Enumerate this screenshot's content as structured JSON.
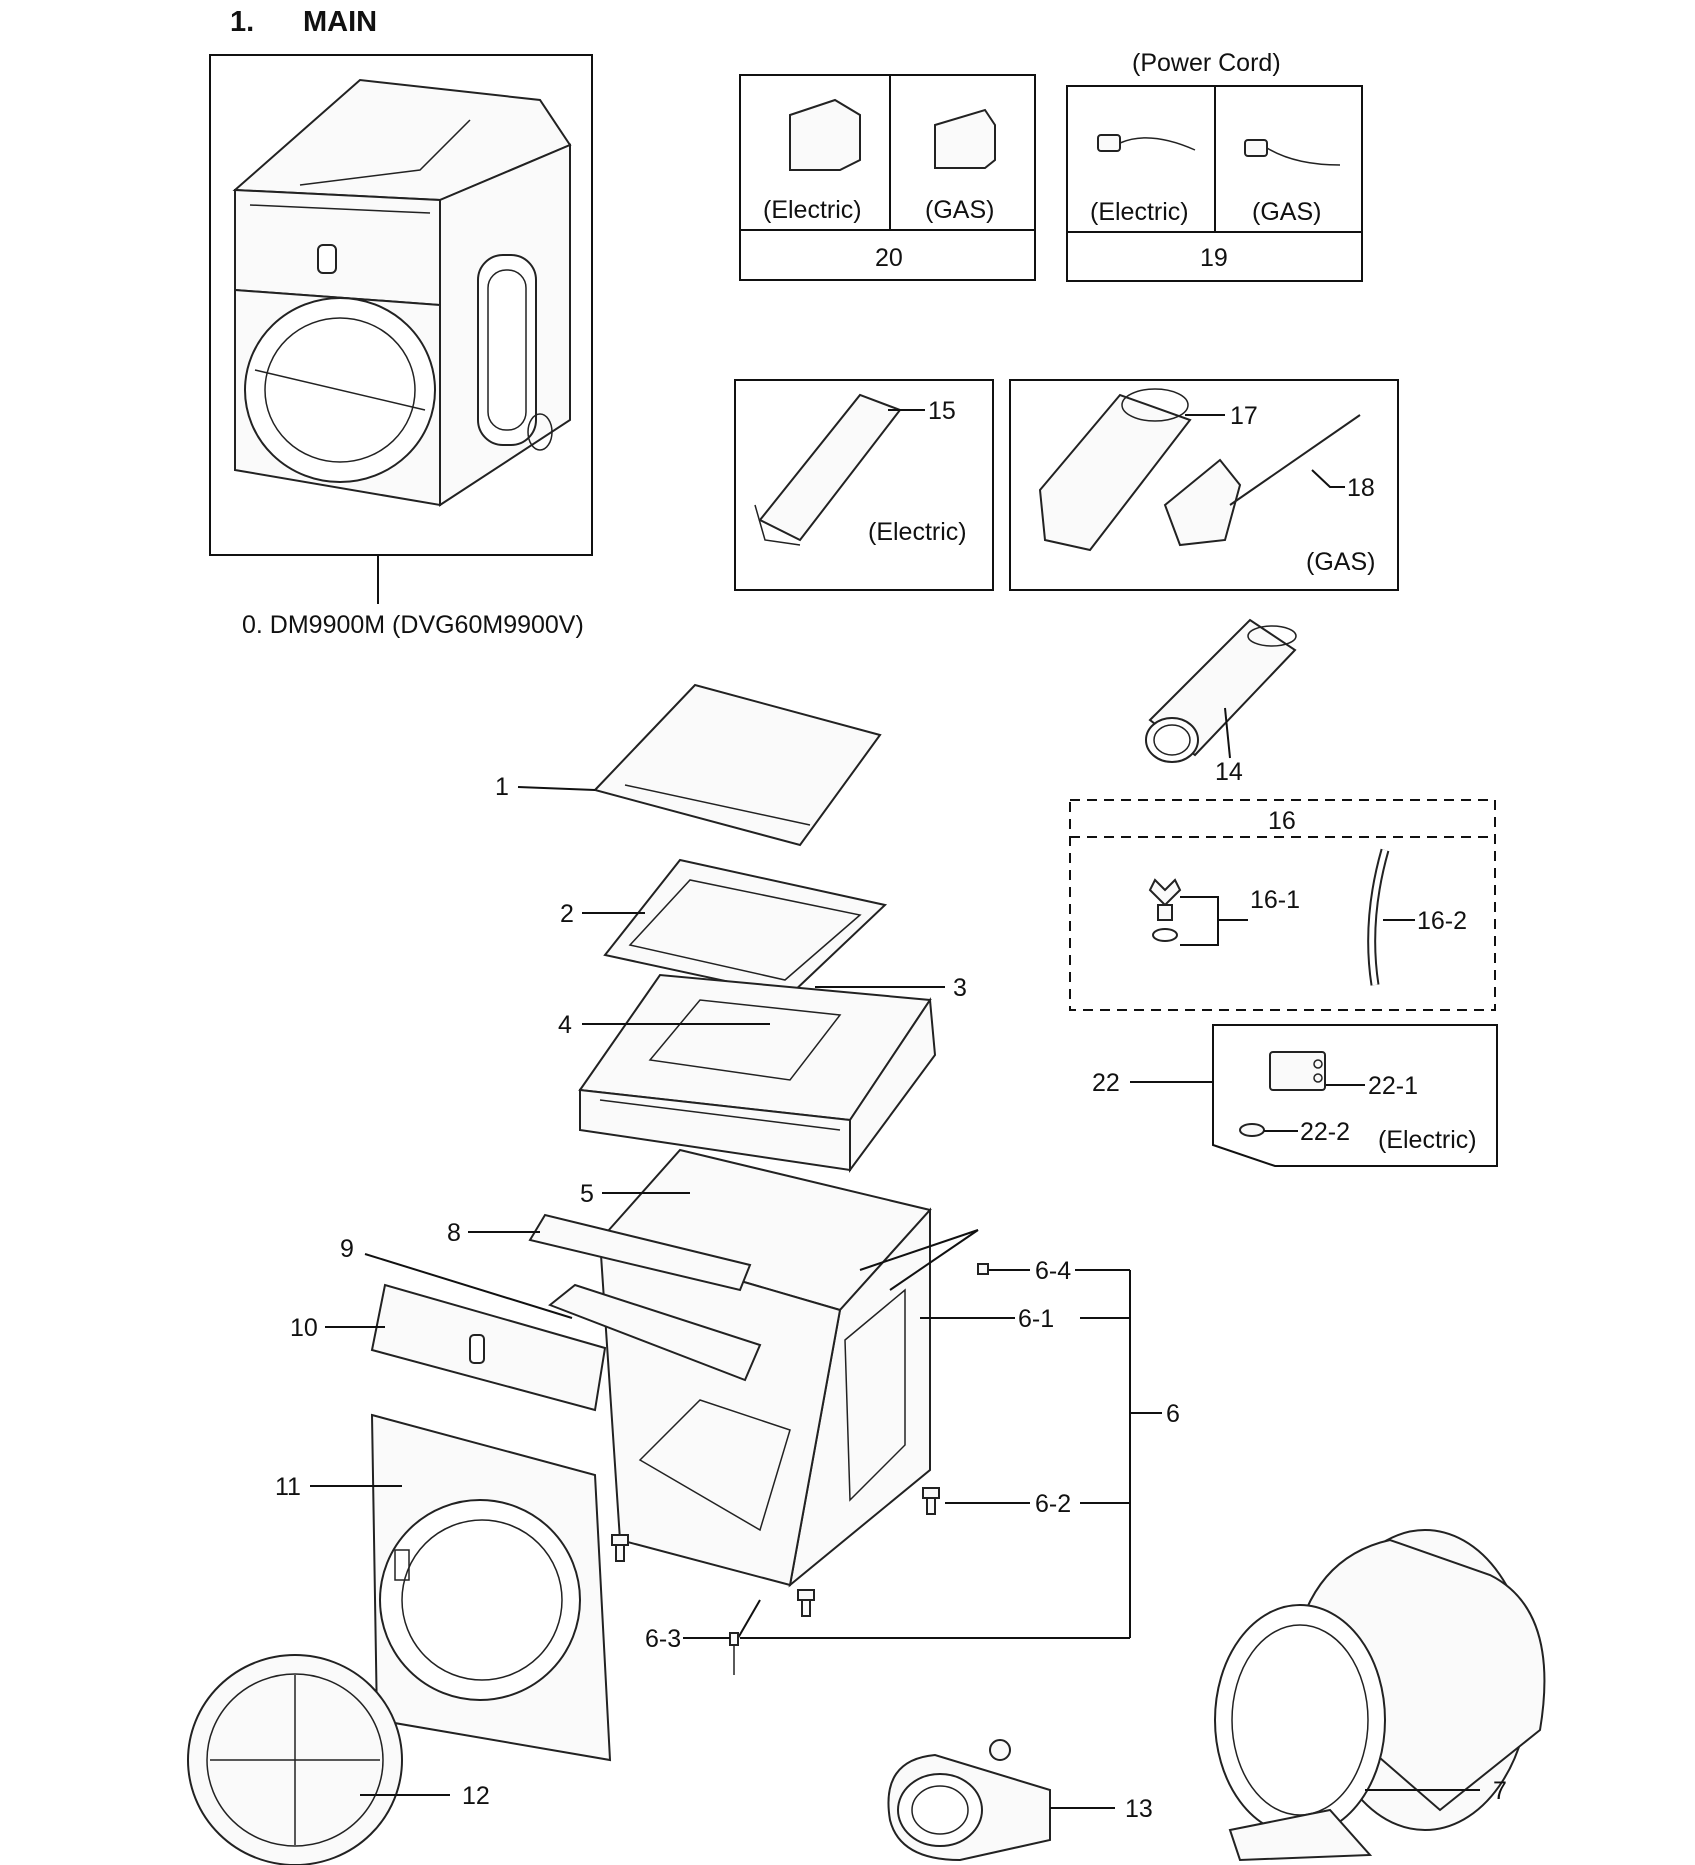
{
  "section": {
    "number": "1.",
    "title": "MAIN"
  },
  "assembly_label": "0. DM9900M (DVG60M9900V)",
  "boxes": {
    "bracket": {
      "left": "(Electric)",
      "right": "(GAS)",
      "ref": "20"
    },
    "power_cord": {
      "title": "(Power Cord)",
      "left": "(Electric)",
      "right": "(GAS)",
      "ref": "19"
    },
    "heater": {
      "ref": "15",
      "type": "(Electric)"
    },
    "burner": {
      "ref_a": "17",
      "ref_b": "18",
      "type": "(GAS)"
    },
    "hose_kit": {
      "ref": "16",
      "part_a": "16-1",
      "part_b": "16-2"
    },
    "filter_kit": {
      "ref": "22",
      "part_a": "22-1",
      "part_b": "22-2",
      "type": "(Electric)"
    }
  },
  "callouts": {
    "p1": "1",
    "p2": "2",
    "p3": "3",
    "p4": "4",
    "p5": "5",
    "p6": "6",
    "p6_1": "6-1",
    "p6_2": "6-2",
    "p6_3": "6-3",
    "p6_4": "6-4",
    "p7": "7",
    "p8": "8",
    "p9": "9",
    "p10": "10",
    "p11": "11",
    "p12": "12",
    "p13": "13",
    "p14": "14"
  }
}
